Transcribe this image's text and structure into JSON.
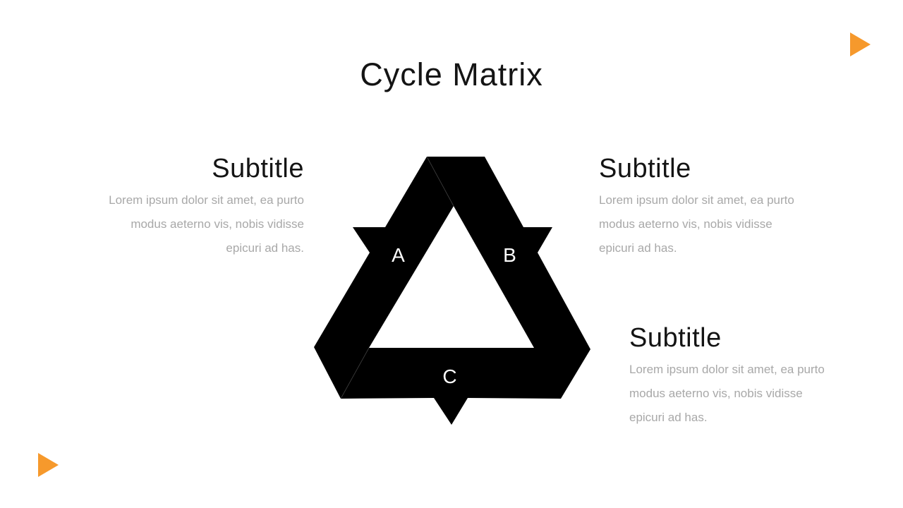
{
  "slide": {
    "title": "Cycle Matrix",
    "colors": {
      "background": "#FFFFFF",
      "accent": "#F6992C",
      "heading_text": "#141414",
      "body_text": "#A8A8A8",
      "diagram_fill": "#000000",
      "diagram_label": "#FFFFFF"
    },
    "decor_icons": [
      {
        "name": "triangle-right-icon",
        "position": "top-right",
        "color": "#F6992C"
      },
      {
        "name": "triangle-right-icon",
        "position": "bottom-left",
        "color": "#F6992C"
      }
    ],
    "diagram": {
      "type": "cycle-triangle-ribbon",
      "nodes": [
        {
          "label": "A"
        },
        {
          "label": "B"
        },
        {
          "label": "C"
        }
      ]
    },
    "text_blocks": [
      {
        "heading": "Subtitle",
        "lines": [
          "Lorem ipsum dolor sit amet, ea purto",
          "modus aeterno vis, nobis vidisse",
          "epicuri ad has."
        ]
      },
      {
        "heading": "Subtitle",
        "lines": [
          "Lorem ipsum dolor sit amet, ea purto",
          "modus aeterno vis, nobis vidisse",
          "epicuri ad has."
        ]
      },
      {
        "heading": "Subtitle",
        "lines": [
          "Lorem ipsum dolor sit amet, ea purto",
          "modus aeterno vis, nobis vidisse",
          "epicuri ad has."
        ]
      }
    ]
  }
}
